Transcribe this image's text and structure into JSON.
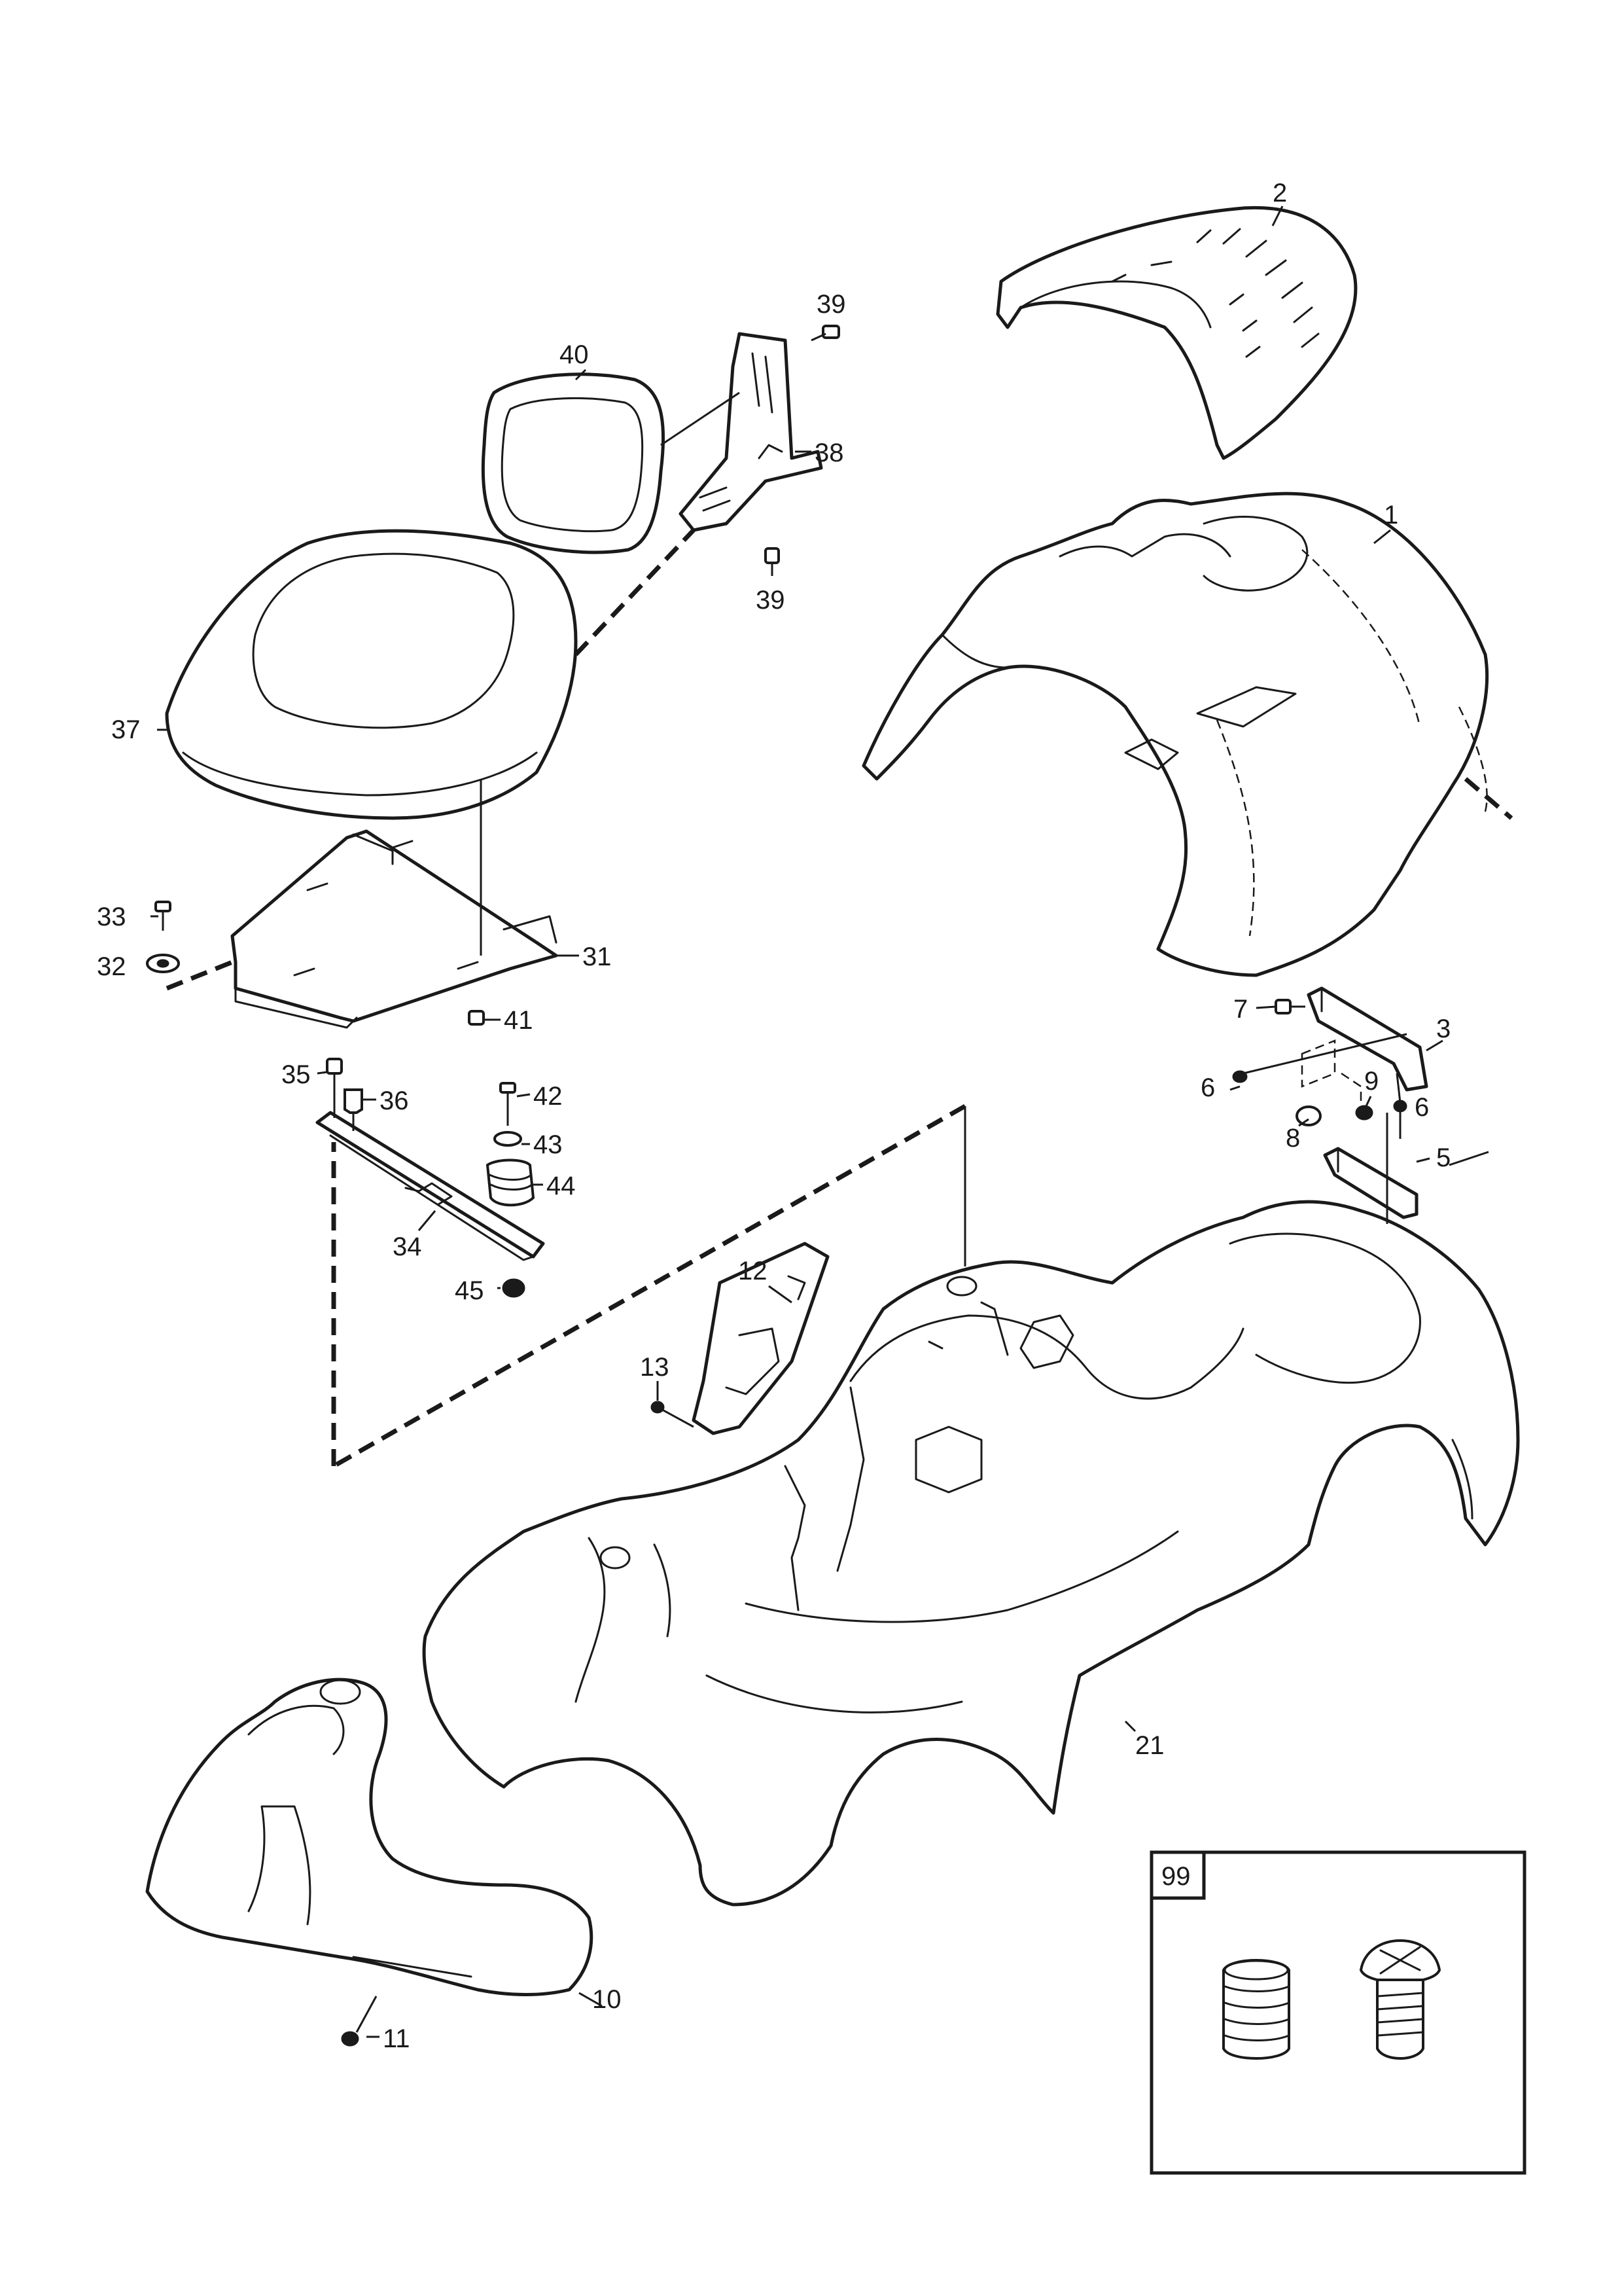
{
  "callouts": {
    "c1": "1",
    "c2": "2",
    "c3": "3",
    "c5": "5",
    "c6a": "6",
    "c6b": "6",
    "c7": "7",
    "c8": "8",
    "c9": "9",
    "c10": "10",
    "c11": "11",
    "c12": "12",
    "c13": "13",
    "c21": "21",
    "c31": "31",
    "c32": "32",
    "c33": "33",
    "c34": "34",
    "c35": "35",
    "c36": "36",
    "c37": "37",
    "c38": "38",
    "c39a": "39",
    "c39b": "39",
    "c40": "40",
    "c41": "41",
    "c42": "42",
    "c43": "43",
    "c44": "44",
    "c45": "45",
    "c99": "99"
  }
}
